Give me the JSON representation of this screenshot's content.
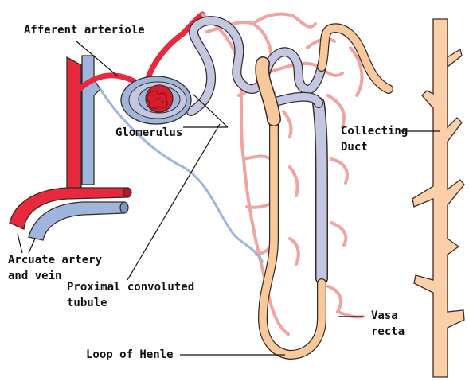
{
  "labels": {
    "afferent_arteriole": "Afferent arteriole",
    "glomerulus": "Glomerulus",
    "collecting_duct_line1": "Collecting",
    "collecting_duct_line2": "Duct",
    "arcuate_line1": "Arcuate artery",
    "arcuate_line2": "and vein",
    "proximal_line1": "Proximal convoluted",
    "proximal_line2": "tubule",
    "vasa_line1": "Vasa",
    "vasa_line2": "recta",
    "loop_of_henle": "Loop of Henle"
  },
  "colors": {
    "artery": "#e8283c",
    "vein": "#9fb6dc",
    "tubule": "#f8c99a",
    "capillary": "#f0a4a0",
    "duct": "#fbd0a8",
    "outline": "#3a2a2a",
    "glomerulus_red": "#d61d2c"
  },
  "icons": [
    "glomerulus-capsule",
    "collecting-duct",
    "loop-of-henle",
    "vasa-recta-network"
  ]
}
